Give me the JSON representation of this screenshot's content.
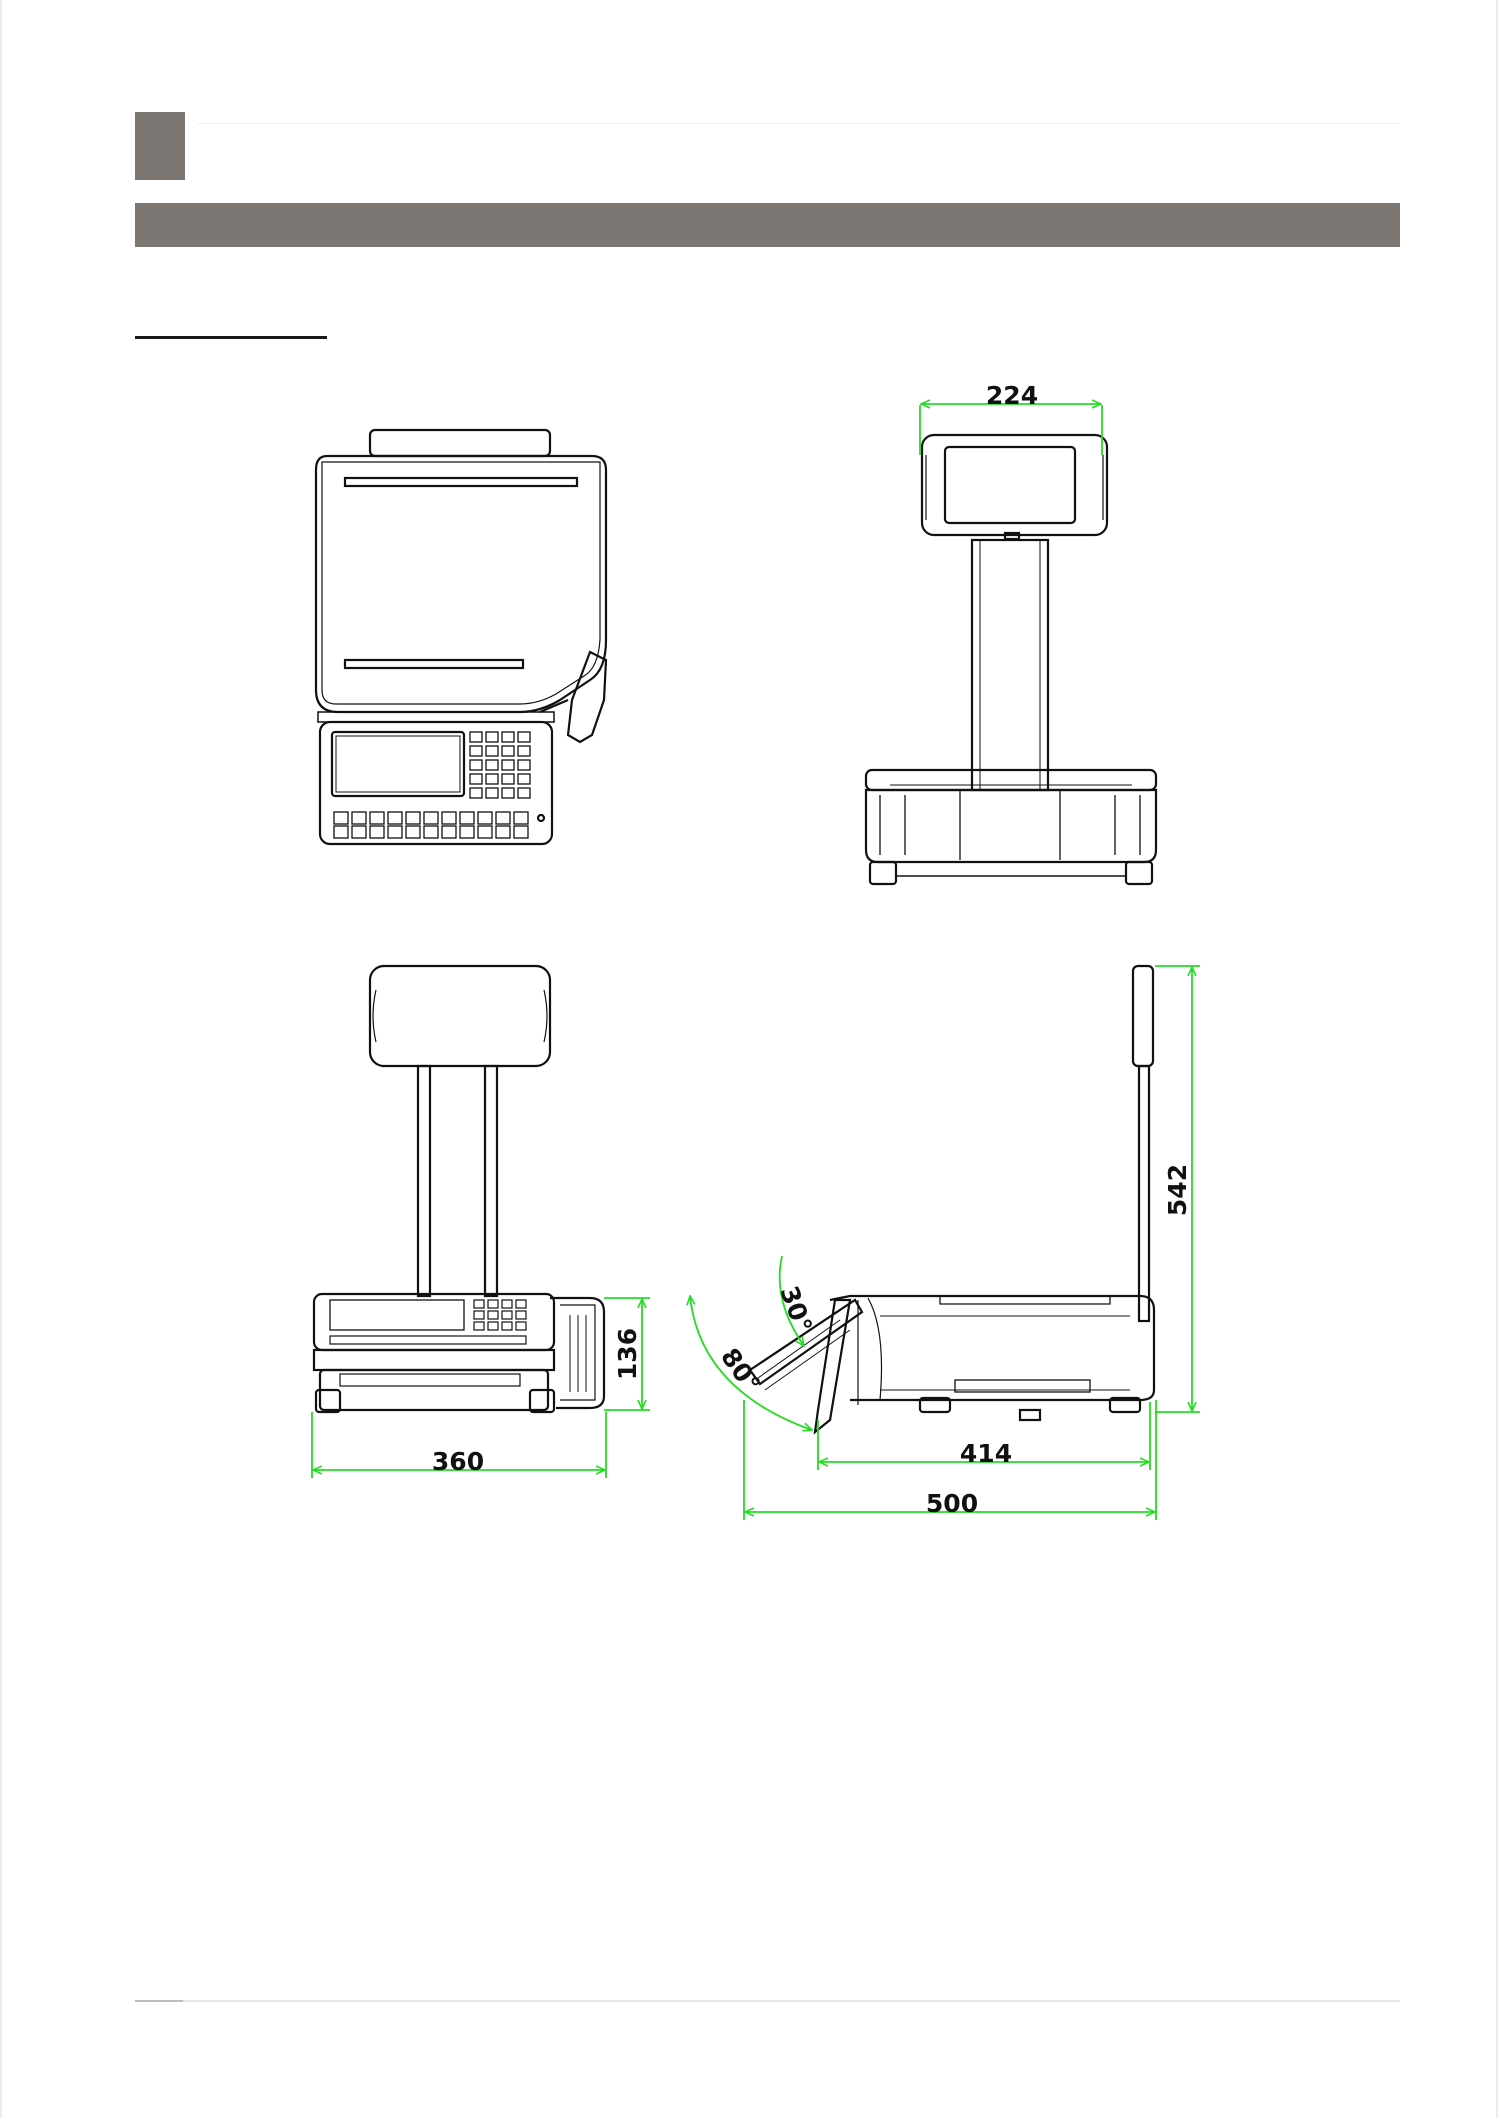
{
  "dimensions": {
    "display_width": "224",
    "total_height": "542",
    "width": "360",
    "base_height": "136",
    "base_depth": "414",
    "total_depth": "500",
    "angle_min": "30°",
    "angle_max": "80°"
  },
  "colors": {
    "header_gray": "#7b7672",
    "dimension_green": "#22dd22",
    "line_black": "#111111"
  }
}
